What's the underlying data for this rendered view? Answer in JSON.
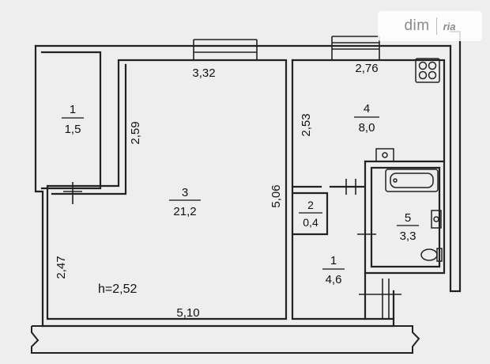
{
  "watermark": {
    "brand": "dim",
    "brand2": "ria"
  },
  "rooms": [
    {
      "id": "room-1-top",
      "number": "1",
      "area": "1,5"
    },
    {
      "id": "room-3",
      "number": "3",
      "area": "21,2"
    },
    {
      "id": "room-4",
      "number": "4",
      "area": "8,0"
    },
    {
      "id": "room-2",
      "number": "2",
      "area": "0,4"
    },
    {
      "id": "room-5",
      "number": "5",
      "area": "3,3"
    },
    {
      "id": "room-1-bottom",
      "number": "1",
      "area": "4,6"
    }
  ],
  "dimensions": {
    "living_top": "3,32",
    "kitchen_top": "2,76",
    "living_left_upper": "2,59",
    "kitchen_left": "2,53",
    "living_right": "5,06",
    "living_left_lower": "2,47",
    "living_bottom": "5,10"
  },
  "ceiling_height": "h=2,52",
  "colors": {
    "wall": "#222222",
    "background": "#eeeeee"
  }
}
